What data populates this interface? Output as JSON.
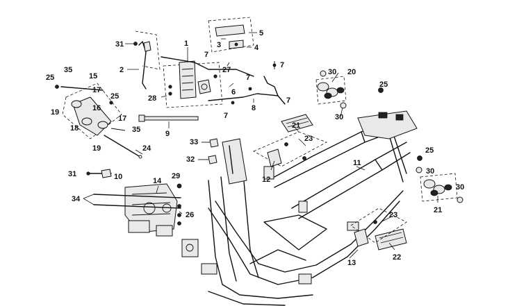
{
  "diagram": {
    "callouts": {
      "c1": "1",
      "c2": "2",
      "c3": "3",
      "c4": "4",
      "c5": "5",
      "c6": "6",
      "c7a": "7",
      "c7b": "7",
      "c7c": "7",
      "c7d": "7",
      "c7e": "7",
      "c8": "8",
      "c9": "9",
      "c10": "10",
      "c11": "11",
      "c12": "12",
      "c13": "13",
      "c14": "14",
      "c15": "15",
      "c16": "16",
      "c17a": "17",
      "c17b": "17",
      "c18": "18",
      "c19a": "19",
      "c19b": "19",
      "c20": "20",
      "c21a": "21",
      "c21b": "21",
      "c22": "22",
      "c23a": "23",
      "c23b": "23",
      "c24": "24",
      "c25a": "25",
      "c25b": "25",
      "c25c": "25",
      "c25d": "25",
      "c26": "26",
      "c27": "27",
      "c28": "28",
      "c29": "29",
      "c30a": "30",
      "c30b": "30",
      "c30c": "30",
      "c30d": "30",
      "c31a": "31",
      "c31b": "31",
      "c32": "32",
      "c33": "33",
      "c34": "34",
      "c35a": "35",
      "c35b": "35"
    }
  }
}
